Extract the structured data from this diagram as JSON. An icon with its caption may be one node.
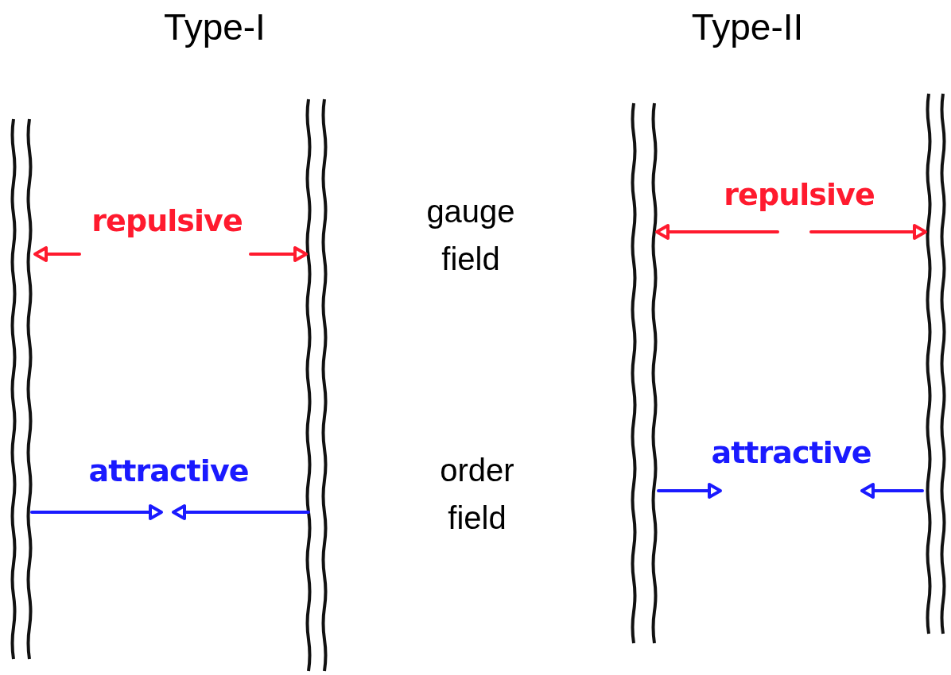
{
  "diagram": {
    "labels": [
      "Type-I",
      "Type-II",
      "repulsive",
      "gauge field",
      "repulsive",
      "attractive",
      "order field",
      "attractive"
    ]
  }
}
